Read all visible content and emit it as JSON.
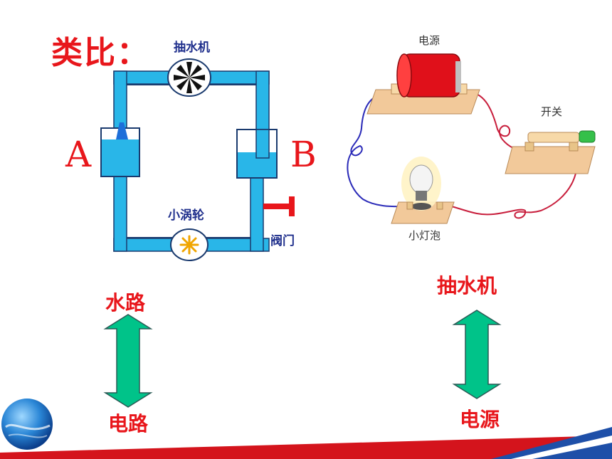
{
  "title": "类比：",
  "water_circuit": {
    "pump_label": "抽水机",
    "tank_a_label": "A",
    "tank_b_label": "B",
    "turbine_label": "小涡轮",
    "valve_label": "阀门"
  },
  "electric_circuit": {
    "power_label": "电源",
    "switch_label": "开关",
    "bulb_label": "小灯泡"
  },
  "analogies": [
    {
      "top": "水路",
      "bottom": "电路"
    },
    {
      "top": "抽水机",
      "bottom": "电源"
    }
  ],
  "colors": {
    "accent": "#e8161b",
    "water": "#29b6e8",
    "arrow": "#00c389",
    "label": "#1f2f8c"
  }
}
